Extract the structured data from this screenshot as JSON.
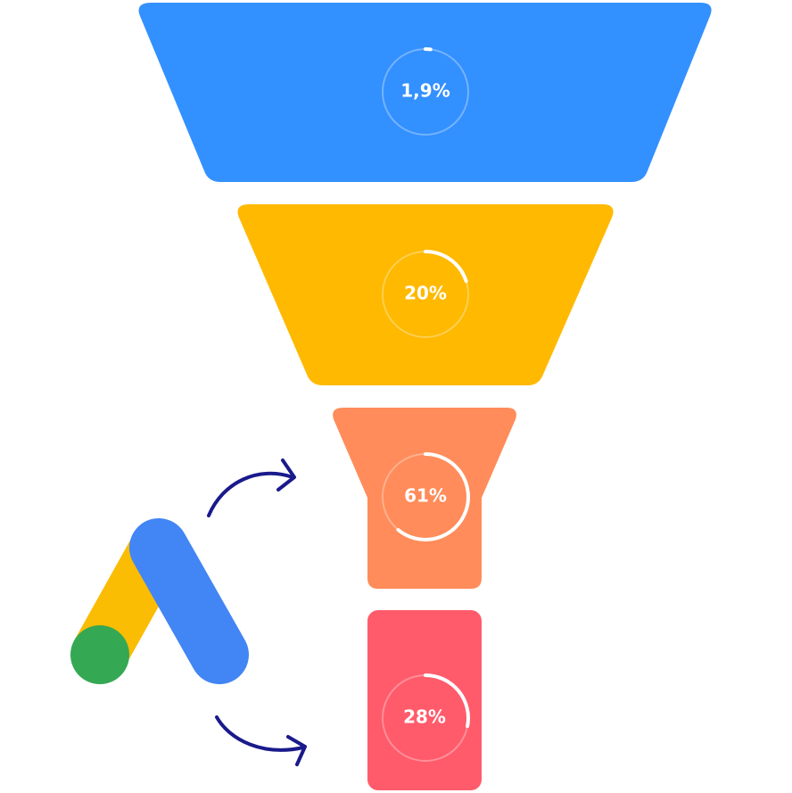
{
  "stages": [
    {
      "id": "stage-1",
      "label": "1,9%",
      "value": 1.9,
      "color": "#3390FF"
    },
    {
      "id": "stage-2",
      "label": "20%",
      "value": 20,
      "color": "#FFB900"
    },
    {
      "id": "stage-3",
      "label": "61%",
      "value": 61,
      "color": "#FF8C5A"
    },
    {
      "id": "stage-4",
      "label": "28%",
      "value": 28,
      "color": "#FF5B6B"
    }
  ],
  "logo": {
    "icon": "google-ads-logo",
    "colors": {
      "yellow": "#FBBC04",
      "blue": "#4285F4",
      "green": "#34A853"
    }
  },
  "arrows": {
    "icon": "curved-arrow-icon",
    "color": "#1A1A8C"
  }
}
